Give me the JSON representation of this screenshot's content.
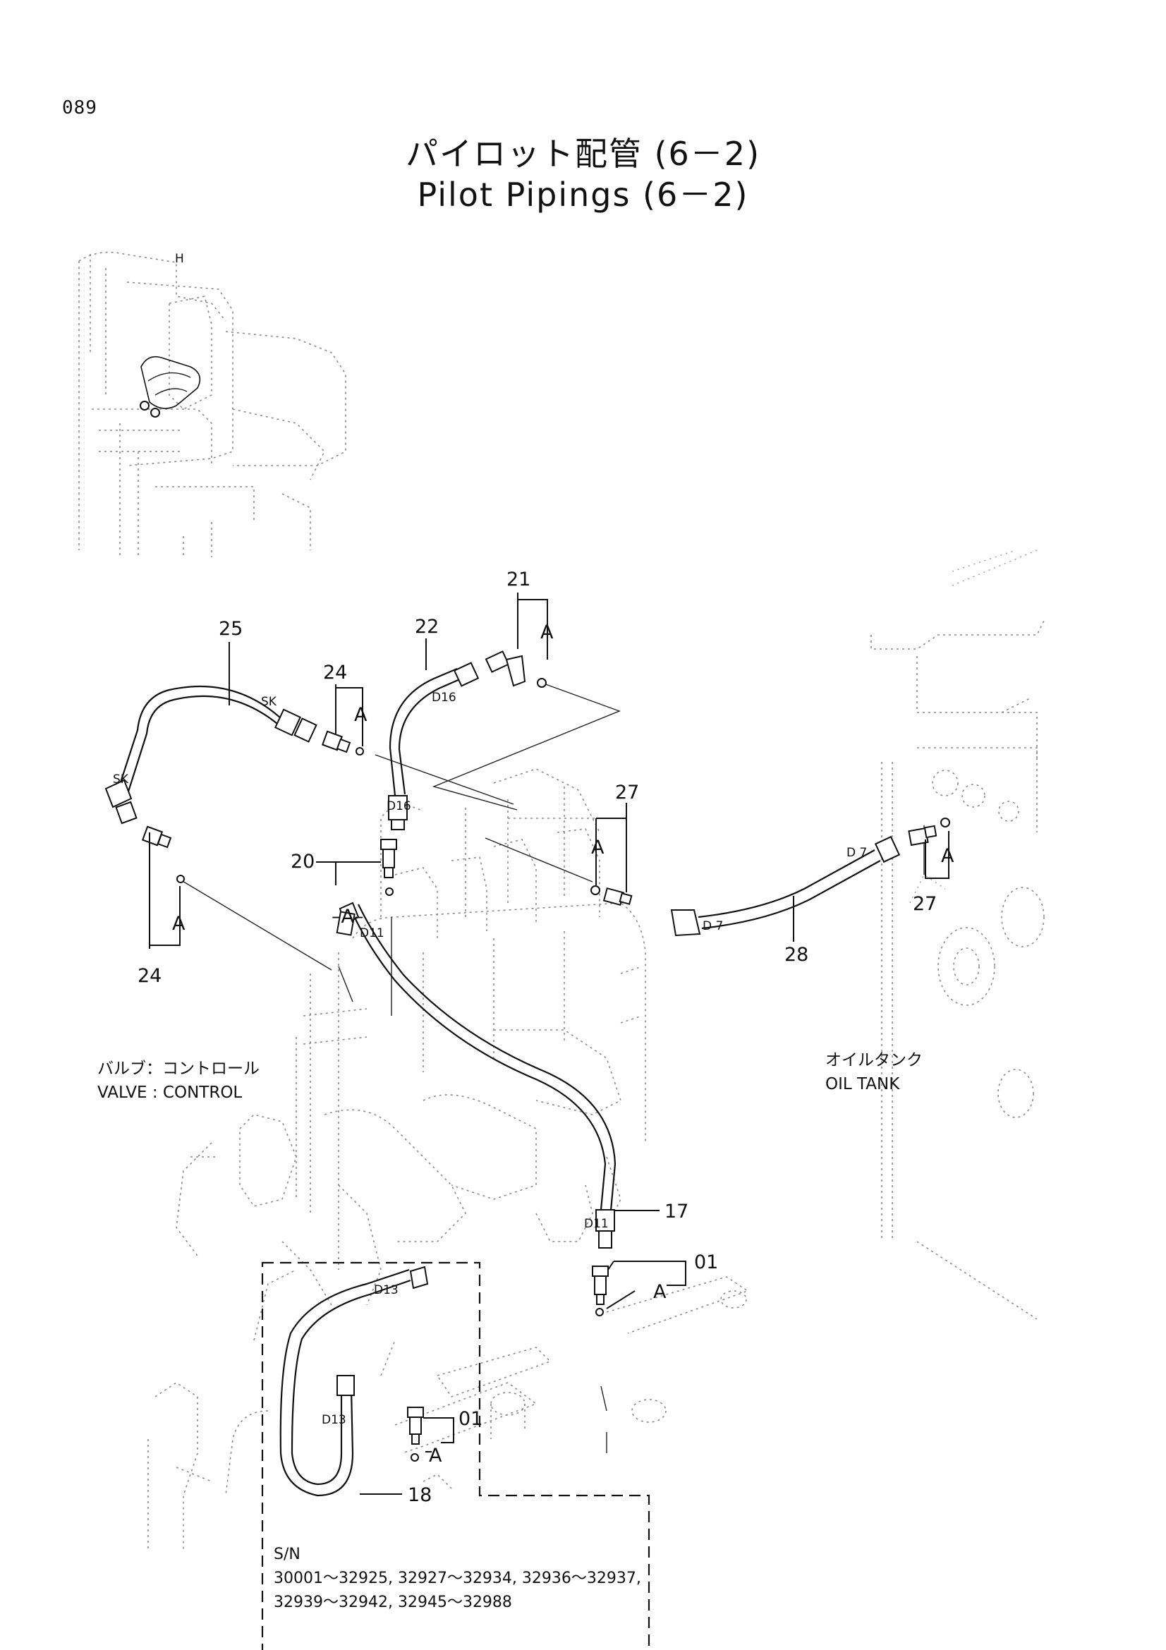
{
  "page_number": "089",
  "title_jp": "パイロット配管 (6－2)",
  "title_en": "Pilot Pipings (6－2)",
  "callouts": {
    "c21": "21",
    "c22": "22",
    "c25": "25",
    "c24a": "24",
    "c24b": "24",
    "c20": "20",
    "c27a": "27",
    "c27b": "27",
    "c28": "28",
    "c17": "17",
    "c01a": "01",
    "c01b": "01",
    "c18": "18"
  },
  "ring_labels": {
    "a21": "A",
    "a24top": "A",
    "a24bot": "A",
    "a20": "–A–",
    "a27l": "A",
    "a27r": "A",
    "a01a": "A",
    "a01b": "A"
  },
  "size_marks": {
    "sk1": "SK",
    "sk2": "SK",
    "d16a": "D16",
    "d16b": "D16",
    "d11a": "D11",
    "d11b": "D11",
    "d7a": "D 7",
    "d7b": "D 7",
    "d13a": "D13",
    "d13b": "D13"
  },
  "labels": {
    "valve_jp": "バルブ：コントロール",
    "valve_en": "VALVE : CONTROL",
    "tank_jp": "オイルタンク",
    "tank_en": "OIL  TANK"
  },
  "serial_note": {
    "heading": "S/N",
    "line1": "30001～32925, 32927～32934, 32936～32937,",
    "line2": "32939～32942, 32945～32988"
  }
}
